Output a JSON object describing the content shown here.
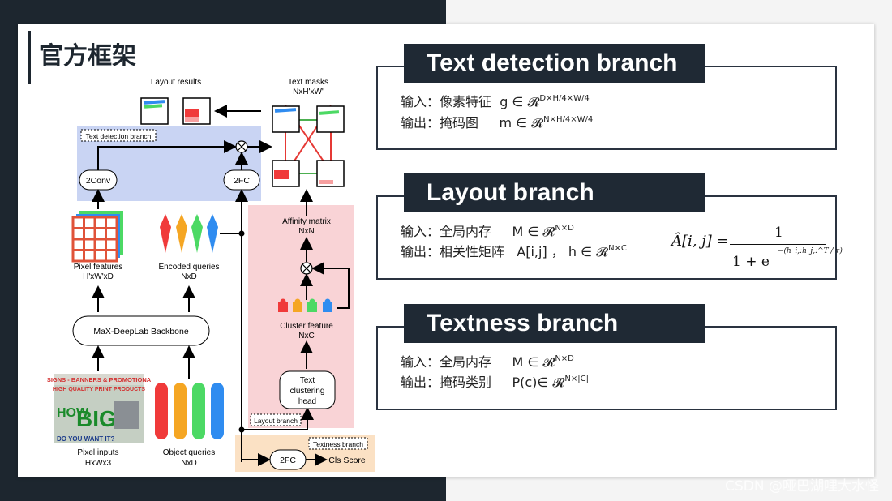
{
  "slide": {
    "title": "官方框架",
    "watermark": "CSDN @哑巴湖哩大水怪"
  },
  "diagram": {
    "layout_results": "Layout results",
    "text_masks": "Text masks",
    "text_masks_dim": "NxH'xW'",
    "text_detection_branch": "Text detection branch",
    "conv": "2Conv",
    "fc": "2FC",
    "pixel_features": "Pixel features",
    "pixel_features_dim": "H'xW'xD",
    "encoded_queries": "Encoded queries",
    "encoded_queries_dim": "NxD",
    "backbone": "MaX-DeepLab Backbone",
    "pixel_inputs": "Pixel inputs",
    "pixel_inputs_dim": "HxWx3",
    "object_queries": "Object queries",
    "object_queries_dim": "NxD",
    "affinity_matrix": "Affinity matrix",
    "affinity_dim": "NxN",
    "cluster_feature": "Cluster feature",
    "cluster_dim": "NxC",
    "clustering_head_1": "Text",
    "clustering_head_2": "clustering",
    "clustering_head_3": "head",
    "layout_branch": "Layout branch",
    "textness_branch": "Textness branch",
    "fc2": "2FC",
    "cls_score": "Cls Score",
    "sign_line1": "SIGNS - BANNERS & PROMOTIONA",
    "sign_line2": "HIGH QUALITY PRINT PRODUCTS",
    "sign_line3": "HOW",
    "sign_line4": "BIG",
    "sign_line5": "DO YOU WANT IT?"
  },
  "panels": [
    {
      "heading": "Text detection branch",
      "input_label": "输入：像素特征",
      "input_expr": "g ∈ 𝓡",
      "input_sup": "D×H/4×W/4",
      "output_label": "输出：掩码图",
      "output_expr": "m ∈ 𝓡",
      "output_sup": "N×H/4×W/4"
    },
    {
      "heading": "Layout branch",
      "input_label": "输入：全局内存",
      "input_expr": "M ∈ 𝓡",
      "input_sup": "N×D",
      "output_label": "输出：相关性矩阵",
      "output_expr": "A[i,j] ，  h ∈ 𝓡",
      "output_sup": "N×C",
      "formula_lhs": "Â[i, j] =",
      "formula_num": "1",
      "formula_den": "1 + e",
      "formula_exp": "−(h_i,:h_j,:^T / τ)"
    },
    {
      "heading": "Textness branch",
      "input_label": "输入：全局内存",
      "input_expr": "M ∈ 𝓡",
      "input_sup": "N×D",
      "output_label": "输出：掩码类别",
      "output_expr": "P(c)∈ 𝓡",
      "output_sup": "N×|C|"
    }
  ],
  "colors": {
    "dark_bg": "#1d262f",
    "panel_head": "#1f2934",
    "detection_branch_bg": "#c9d4f3",
    "layout_branch_bg": "#f9d3d6",
    "textness_branch_bg": "#fbe1c4",
    "query_colors": [
      "#f03a3a",
      "#f5a623",
      "#4cd964",
      "#2f8cf0"
    ]
  }
}
